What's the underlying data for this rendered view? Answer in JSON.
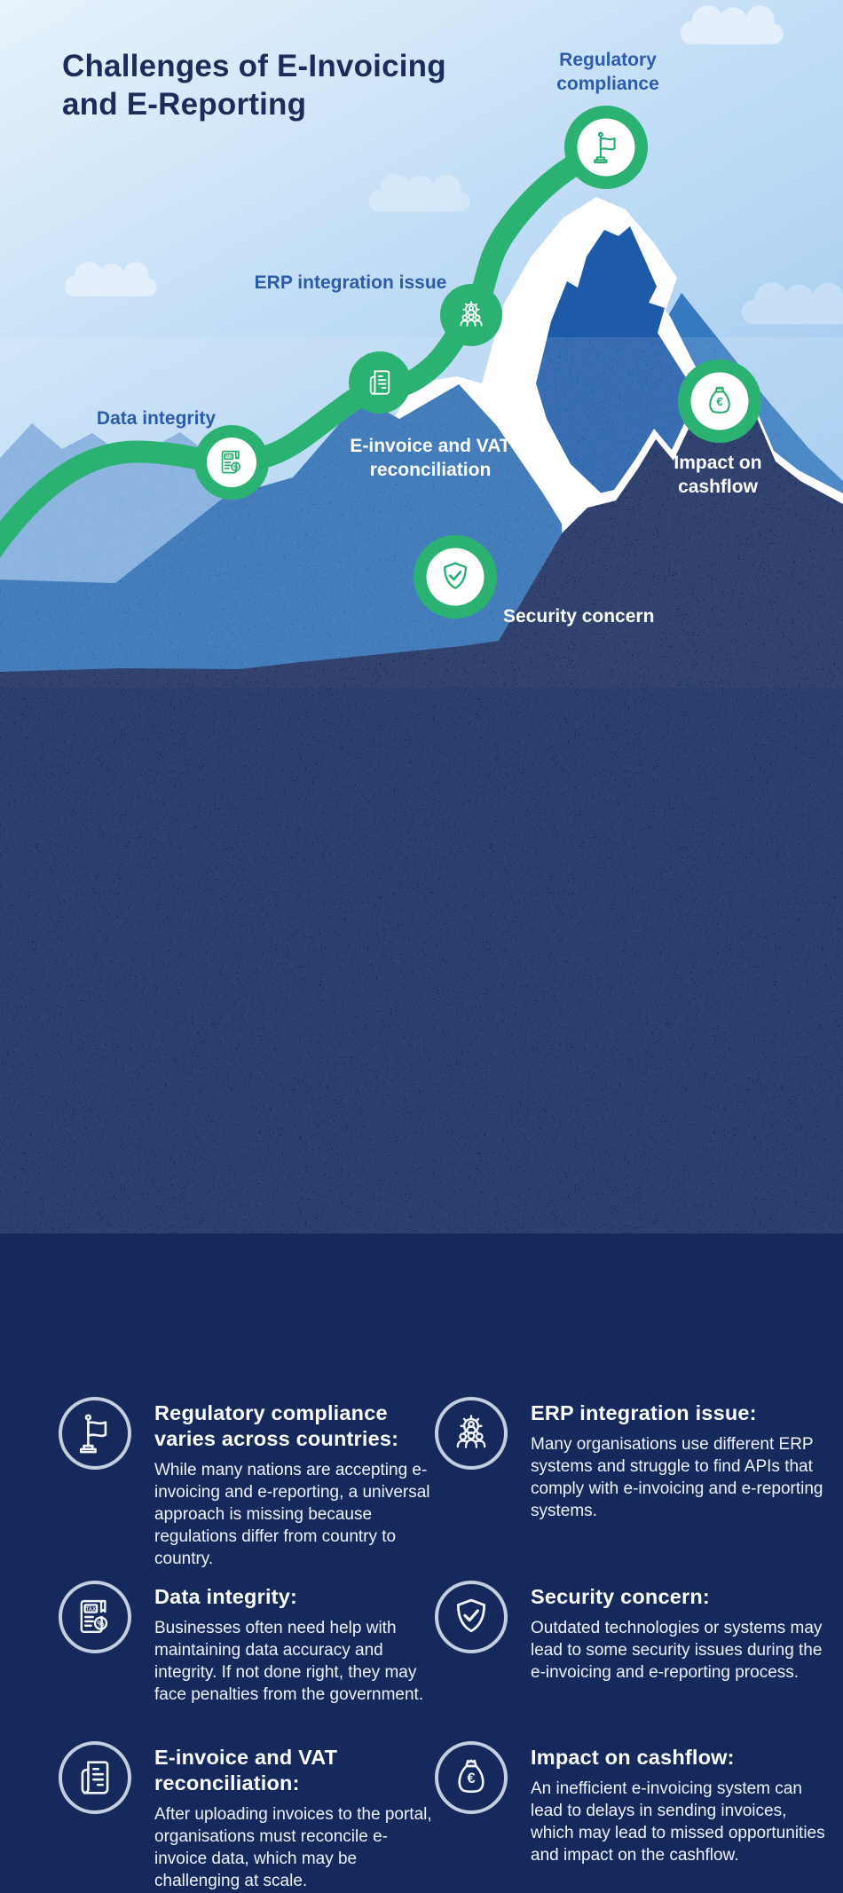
{
  "header": {
    "title": "Challenges of E-Invoicing and E-Reporting"
  },
  "colors": {
    "accent_green": "#2bb273",
    "navy_background": "#15295c",
    "label_blue": "#2b5baa",
    "sky_light": "#e3f1fc",
    "sky_deep": "#a3caf0",
    "mid_mountain_blue": "#2b6cb2",
    "light_mountain_blue": "#7dabdc",
    "rock_peak_blue": "#1d5ba8",
    "snow_white": "#ffffff"
  },
  "mountain": {
    "nodes": [
      {
        "id": "regulatory",
        "label": "Regulatory compliance",
        "icon": "flag-icon"
      },
      {
        "id": "erp",
        "label": "ERP integration issue",
        "icon": "erp-gear-people-icon"
      },
      {
        "id": "data",
        "label": "Data integrity",
        "icon": "tax-document-icon"
      },
      {
        "id": "einvoice",
        "label": "E-invoice and VAT reconciliation",
        "icon": "invoice-document-icon"
      },
      {
        "id": "cashflow",
        "label": "Impact on cashflow",
        "icon": "money-bag-icon"
      },
      {
        "id": "security",
        "label": "Security concern",
        "icon": "shield-check-icon"
      }
    ]
  },
  "details": {
    "cards": [
      {
        "icon": "flag-icon",
        "heading": "Regulatory compliance varies across countries:",
        "body": "While many nations are accepting e-invoicing and e-reporting, a universal approach is missing because regulations differ from country to country."
      },
      {
        "icon": "erp-gear-people-icon",
        "heading": "ERP integration issue:",
        "body": "Many organisations use different ERP systems and struggle to find APIs that comply with e-invoicing and e-reporting systems."
      },
      {
        "icon": "tax-document-icon",
        "heading": "Data integrity:",
        "body": "Businesses often need help with maintaining data accuracy and integrity. If not done right, they may face penalties from the government."
      },
      {
        "icon": "shield-check-icon",
        "heading": "Security concern:",
        "body": "Outdated technologies or systems may lead to some security issues during the e-invoicing and e-reporting process."
      },
      {
        "icon": "invoice-document-icon",
        "heading": "E-invoice and VAT reconciliation:",
        "body": "After uploading invoices to the portal, organisations must reconcile e-invoice data, which may be challenging at scale."
      },
      {
        "icon": "money-bag-icon",
        "heading": "Impact on cashflow:",
        "body": "An inefficient e-invoicing system can lead to delays in sending invoices, which may lead to missed opportunities and impact on the cashflow."
      }
    ]
  }
}
